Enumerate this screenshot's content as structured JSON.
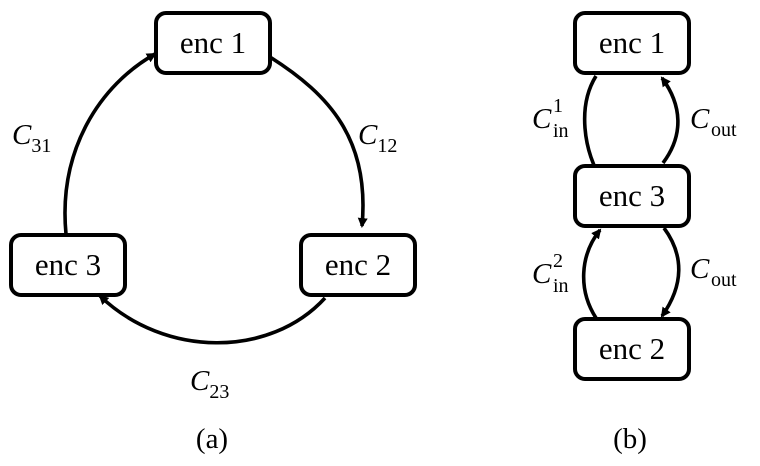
{
  "diagram_a": {
    "caption": "(a)",
    "nodes": {
      "enc1": "enc 1",
      "enc2": "enc 2",
      "enc3": "enc 3"
    },
    "edges": {
      "c12": {
        "main": "C",
        "sub": "12"
      },
      "c23": {
        "main": "C",
        "sub": "23"
      },
      "c31": {
        "main": "C",
        "sub": "31"
      }
    }
  },
  "diagram_b": {
    "caption": "(b)",
    "nodes": {
      "enc1": "enc 1",
      "enc3": "enc 3",
      "enc2": "enc 2"
    },
    "edges": {
      "cin1": {
        "main": "C",
        "sub": "in",
        "sup": "1"
      },
      "cout_top": {
        "main": "C",
        "sub": "out"
      },
      "cin2": {
        "main": "C",
        "sub": "in",
        "sup": "2"
      },
      "cout_bottom": {
        "main": "C",
        "sub": "out"
      }
    }
  }
}
